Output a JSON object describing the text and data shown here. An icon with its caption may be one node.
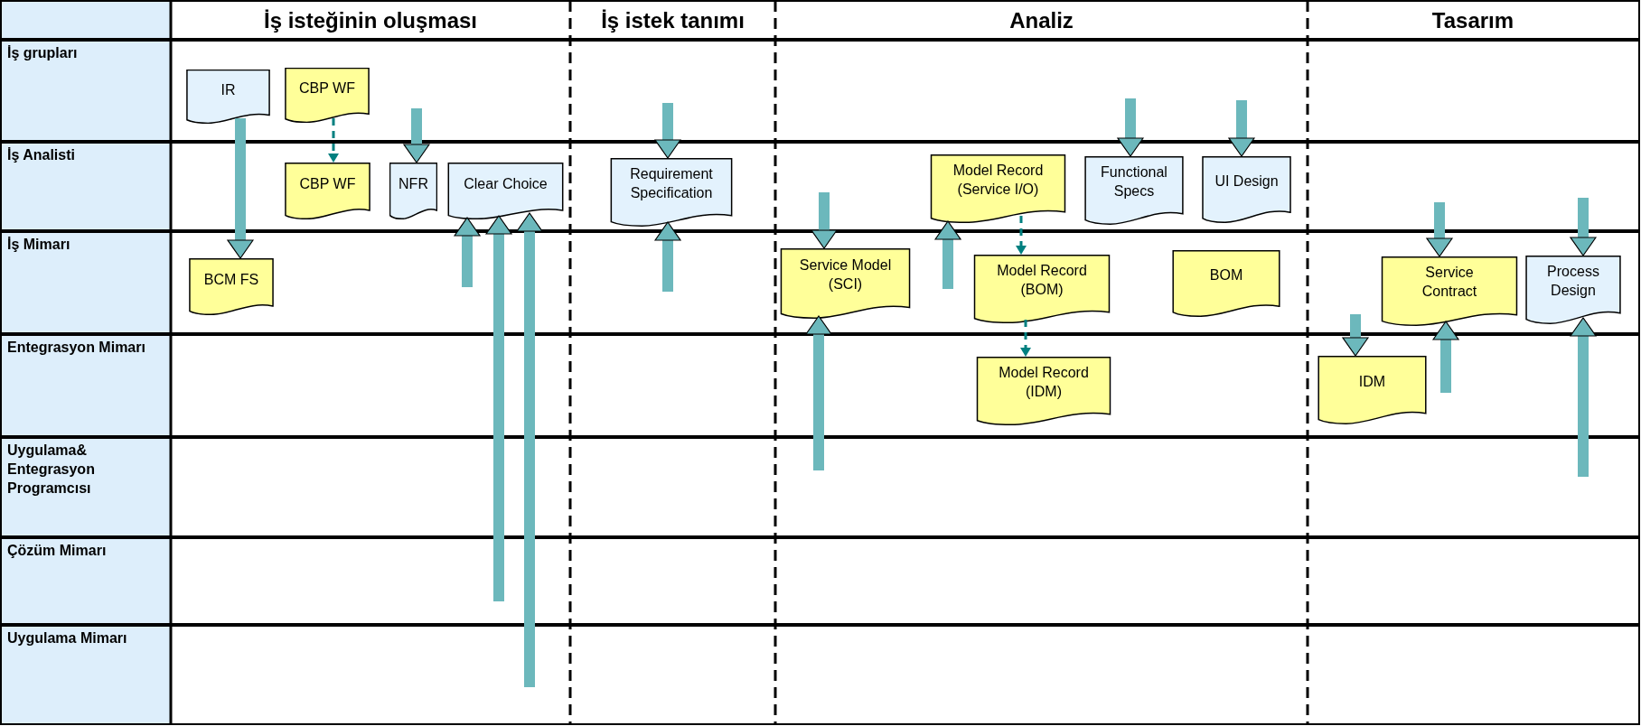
{
  "diagram": {
    "nodes": [
      {
        "text": [
          "IR"
        ]
      },
      {
        "text": [
          "CBP WF"
        ]
      },
      {
        "text": [
          "CBP WF"
        ]
      },
      {
        "text": [
          "NFR"
        ]
      },
      {
        "text": [
          "Clear Choice"
        ]
      },
      {
        "text": [
          "Requirement Specification"
        ]
      },
      {
        "text": [
          "Model Record (Service I/O)"
        ]
      },
      {
        "text": [
          "Functional Specs"
        ]
      },
      {
        "text": [
          "UI Design"
        ]
      },
      {
        "text": [
          "BCM FS"
        ]
      },
      {
        "text": [
          "Service Model (SCI)"
        ]
      },
      {
        "text": [
          "Model Record (BOM)"
        ]
      },
      {
        "text": [
          "BOM"
        ]
      },
      {
        "text": [
          "Service Contract"
        ]
      },
      {
        "text": [
          "Process Design"
        ]
      },
      {
        "text": [
          "Model Record (IDM)"
        ]
      },
      {
        "text": [
          "IDM"
        ]
      }
    ],
    "edges": [
      {
        "from": 0,
        "to": 9,
        "arrow": "to"
      },
      {
        "from": 1,
        "to": 2,
        "arrow": "to",
        "style": "dashed",
        "color": "#008080"
      },
      {
        "from": null,
        "to": 3,
        "arrow": "to"
      },
      {
        "from": null,
        "to": 4,
        "arrow": "to"
      },
      {
        "from": null,
        "to": 4,
        "arrow": "to"
      },
      {
        "from": null,
        "to": 4,
        "arrow": "to"
      },
      {
        "from": null,
        "to": 5,
        "arrow": "to"
      },
      {
        "from": null,
        "to": 5,
        "arrow": "to"
      },
      {
        "from": null,
        "to": 6,
        "arrow": "to"
      },
      {
        "from": 6,
        "to": 11,
        "arrow": "to",
        "style": "dashed",
        "color": "#008080"
      },
      {
        "from": null,
        "to": 7,
        "arrow": "to"
      },
      {
        "from": null,
        "to": 8,
        "arrow": "to"
      },
      {
        "from": null,
        "to": 10,
        "arrow": "to"
      },
      {
        "from": null,
        "to": 10,
        "arrow": "to"
      },
      {
        "from": 11,
        "to": 15,
        "arrow": "to",
        "style": "dashed",
        "color": "#008080"
      },
      {
        "from": null,
        "to": 13,
        "arrow": "to"
      },
      {
        "from": null,
        "to": 13,
        "arrow": "to"
      },
      {
        "from": null,
        "to": 14,
        "arrow": "to"
      },
      {
        "from": null,
        "to": 14,
        "arrow": "to"
      },
      {
        "from": null,
        "to": 16,
        "arrow": "to"
      }
    ],
    "labels": [
      "İş isteğinin oluşması",
      "İş istek tanımı",
      "Analiz",
      "Tasarım",
      "İş grupları",
      "İş Analisti",
      "İş Mimarı",
      "Entegrasyon Mimarı",
      "Uygulama& Entegrasyon Programcısı",
      "Çözüm Mimarı",
      "Uygulama Mimarı"
    ]
  }
}
